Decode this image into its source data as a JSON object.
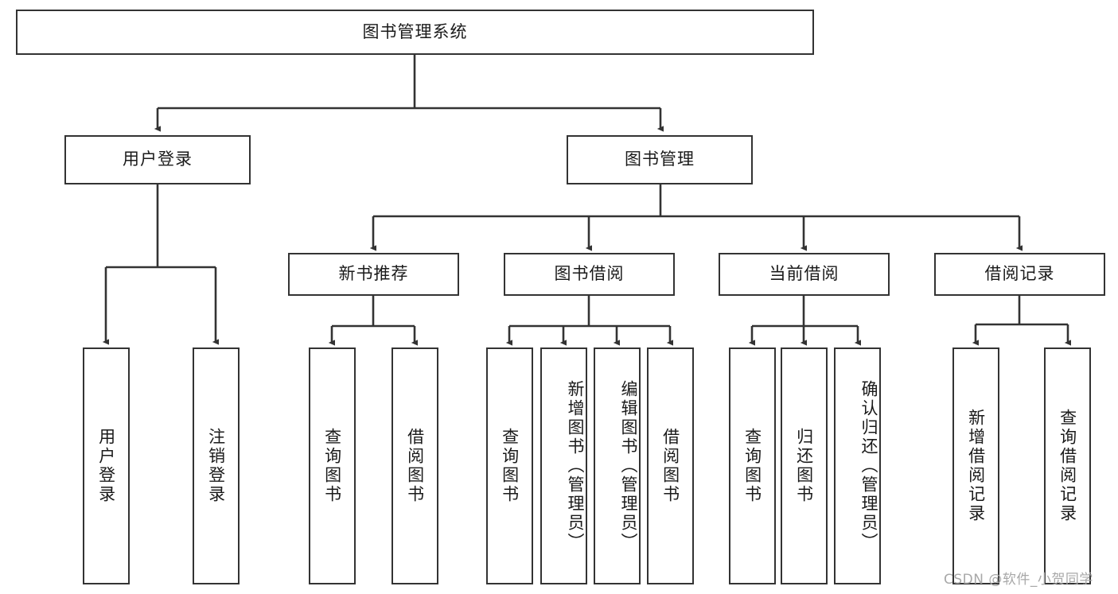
{
  "diagram": {
    "title": "图书管理系统",
    "type": "hierarchy-tree",
    "levels": 4,
    "root": {
      "label": "图书管理系统"
    },
    "level2": [
      {
        "label": "用户登录"
      },
      {
        "label": "图书管理"
      }
    ],
    "level3": [
      {
        "label": "新书推荐"
      },
      {
        "label": "图书借阅"
      },
      {
        "label": "当前借阅"
      },
      {
        "label": "借阅记录"
      }
    ],
    "leaves": {
      "user_login": [
        {
          "label": "用户登录"
        },
        {
          "label": "注销登录"
        }
      ],
      "new_book_recommend": [
        {
          "label": "查询图书"
        },
        {
          "label": "借阅图书"
        }
      ],
      "book_borrow": [
        {
          "label": "查询图书"
        },
        {
          "label": "新增图书（管理员）"
        },
        {
          "label": "编辑图书（管理员）"
        },
        {
          "label": "借阅图书"
        }
      ],
      "current_borrow": [
        {
          "label": "查询图书"
        },
        {
          "label": "归还图书"
        },
        {
          "label": "确认归还（管理员）"
        }
      ],
      "borrow_record": [
        {
          "label": "新增借阅记录"
        },
        {
          "label": "查询借阅记录"
        }
      ]
    }
  },
  "watermark": {
    "text": "CSDN @软件_小贺同学"
  },
  "colors": {
    "stroke": "#333333",
    "text": "#1a1a1a",
    "background": "#ffffff",
    "watermark": "#a8a8a8"
  }
}
